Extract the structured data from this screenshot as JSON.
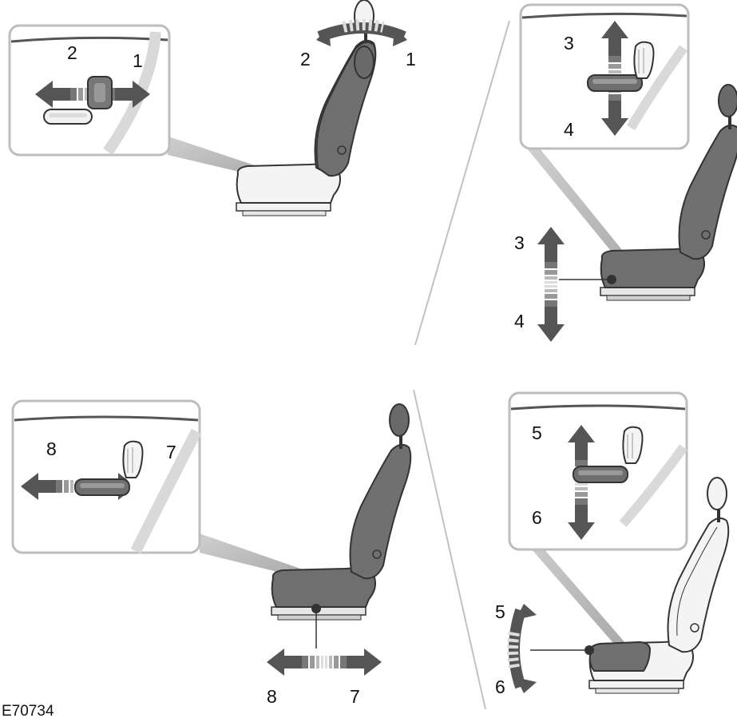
{
  "figure_id": "E70734",
  "panels": [
    {
      "name": "top-left",
      "inset_labels": [
        "2",
        "1"
      ],
      "headrest_labels": [
        "2",
        "1"
      ]
    },
    {
      "name": "top-right",
      "inset_labels": [
        "3",
        "4"
      ],
      "side_labels": [
        "3",
        "4"
      ]
    },
    {
      "name": "bottom-left",
      "inset_labels": [
        "8",
        "7"
      ],
      "bottom_labels": [
        "8",
        "7"
      ]
    },
    {
      "name": "bottom-right",
      "inset_labels": [
        "5",
        "6"
      ],
      "side_labels": [
        "5",
        "6"
      ]
    }
  ],
  "colors": {
    "dark_arrow": "#555555",
    "seat_dark": "#6f6f6f",
    "seat_light": "#f4f4f4",
    "outline": "#333333",
    "box_border": "#bdbdbd",
    "divider": "#c2c2c2"
  }
}
